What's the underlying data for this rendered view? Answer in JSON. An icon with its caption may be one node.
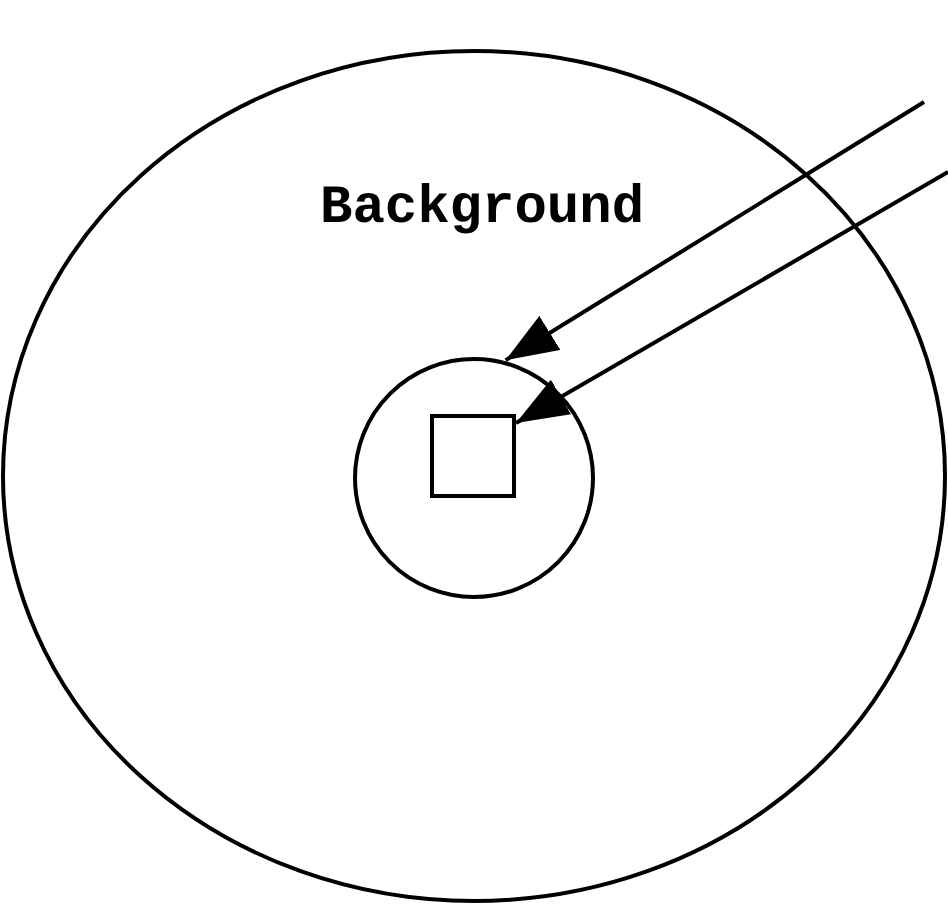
{
  "diagram": {
    "nodes": [
      {
        "text": [
          "Background"
        ]
      },
      {
        "text": [],
        "shape": "circle",
        "in": 0
      },
      {
        "text": [],
        "shape": "box",
        "in": 1
      }
    ],
    "edges": [
      {
        "from": null,
        "to": 1,
        "arrow": "to"
      },
      {
        "from": null,
        "to": 2,
        "arrow": "to"
      }
    ]
  }
}
